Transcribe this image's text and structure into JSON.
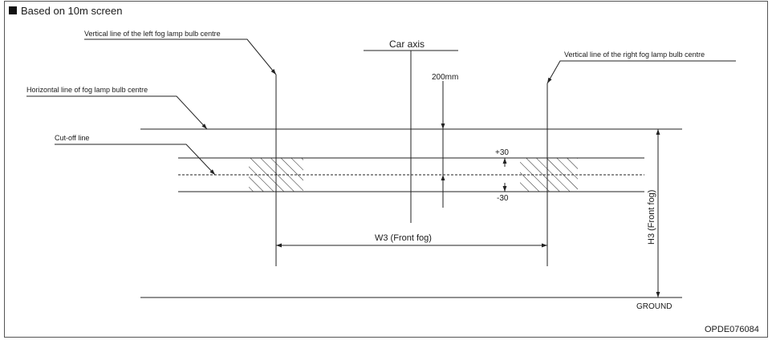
{
  "header": {
    "bullet_icon": "filled-square-icon",
    "title": "Based on 10m screen"
  },
  "labels": {
    "left_vertical": "Vertical line of the left fog lamp bulb centre",
    "right_vertical": "Vertical line of the right fog lamp bulb centre",
    "car_axis": "Car axis",
    "distance_200": "200mm",
    "horizontal_line": "Horizontal line of fog lamp bulb centre",
    "cutoff_line": "Cut-off line",
    "plus30": "+30",
    "minus30": "-30",
    "w3": "W3 (Front fog)",
    "h3": "H3 (Front fog)",
    "ground": "GROUND"
  },
  "figure_code": "OPDE076084",
  "colors": {
    "line": "#222222",
    "frame": "#555555",
    "background": "#ffffff"
  }
}
